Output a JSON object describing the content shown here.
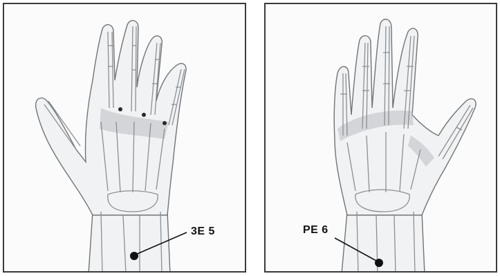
{
  "panels": [
    {
      "name": "back-of-hand",
      "point_label": "3E 5"
    },
    {
      "name": "palm",
      "point_label": "PE 6"
    }
  ],
  "colors": {
    "border": "#3a3a3a",
    "point": "#111111",
    "bone": "#8a8f94"
  }
}
